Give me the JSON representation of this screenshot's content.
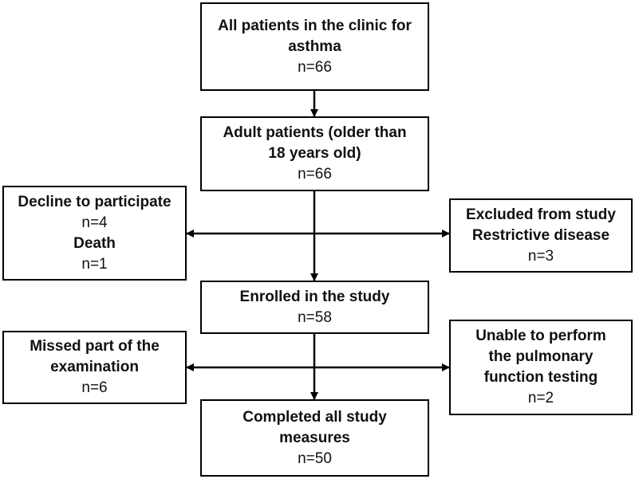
{
  "boxes": {
    "all_patients": {
      "title_line1": "All patients in the clinic for",
      "title_line2": "asthma",
      "count": "n=66"
    },
    "adult_patients": {
      "title_line1": "Adult patients (older than",
      "title_line2": "18 years old)",
      "count": "n=66"
    },
    "declined": {
      "label1": "Decline to participate",
      "count1": "n=4",
      "label2": "Death",
      "count2": "n=1"
    },
    "excluded": {
      "title_line1": "Excluded from study",
      "title_line2": "Restrictive disease",
      "count": "n=3"
    },
    "enrolled": {
      "title": "Enrolled in the study",
      "count": "n=58"
    },
    "missed": {
      "title_line1": "Missed part of the",
      "title_line2": "examination",
      "count": "n=6"
    },
    "unable": {
      "title_line1": "Unable to perform",
      "title_line2": "the pulmonary",
      "title_line3": "function testing",
      "count": "n=2"
    },
    "completed": {
      "title_line1": "Completed all study",
      "title_line2": "measures",
      "count": "n=50"
    }
  }
}
